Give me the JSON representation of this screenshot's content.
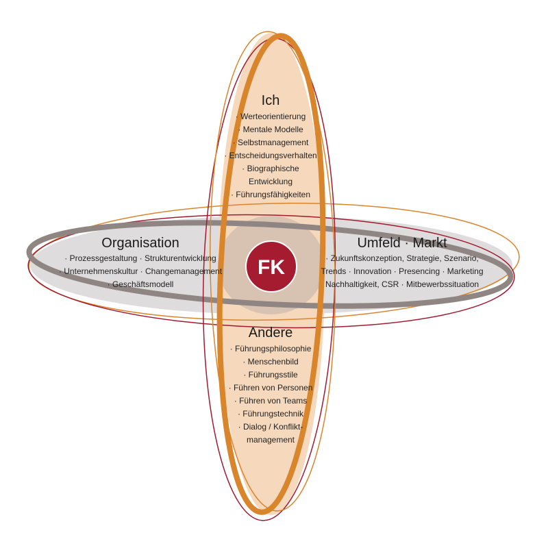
{
  "colors": {
    "orange": "#D9852B",
    "crimson": "#A21A30",
    "gray": "#8F8684",
    "peach_fill": "#F6D9BC",
    "gray_fill": "#DEDCDC",
    "overlap_fill": "#D8C3B2",
    "hub_fill": "#A51C30"
  },
  "hub": {
    "label": "FK"
  },
  "top": {
    "title": "Ich",
    "items": [
      "· Werteorientierung",
      "· Mentale Modelle",
      "· Selbstmanagement",
      "· Entscheidungsverhalten",
      "· Biographische",
      "Entwicklung",
      "· Führungsfähigkeiten"
    ]
  },
  "left": {
    "title": "Organisation",
    "items": [
      "· Prozessgestaltung · Strukturentwicklung",
      "· Unternehmenskultur · Changemanagement",
      "· Geschäftsmodell"
    ]
  },
  "right": {
    "title": "Umfeld · Markt",
    "items": [
      "· Zukunftskonzeption, Strategie, Szenario,",
      "Trends · Innovation · Presencing · Marketing",
      "Nachhaltigkeit, CSR · Mitbewerbssituation"
    ]
  },
  "bottom": {
    "title": "Andere",
    "items": [
      "· Führungsphilosophie",
      "· Menschenbild",
      "· Führungsstile",
      "· Führen von Personen",
      "· Führen von Teams",
      "· Führungstechnik",
      "· Dialog / Konflikt-",
      "management"
    ]
  }
}
